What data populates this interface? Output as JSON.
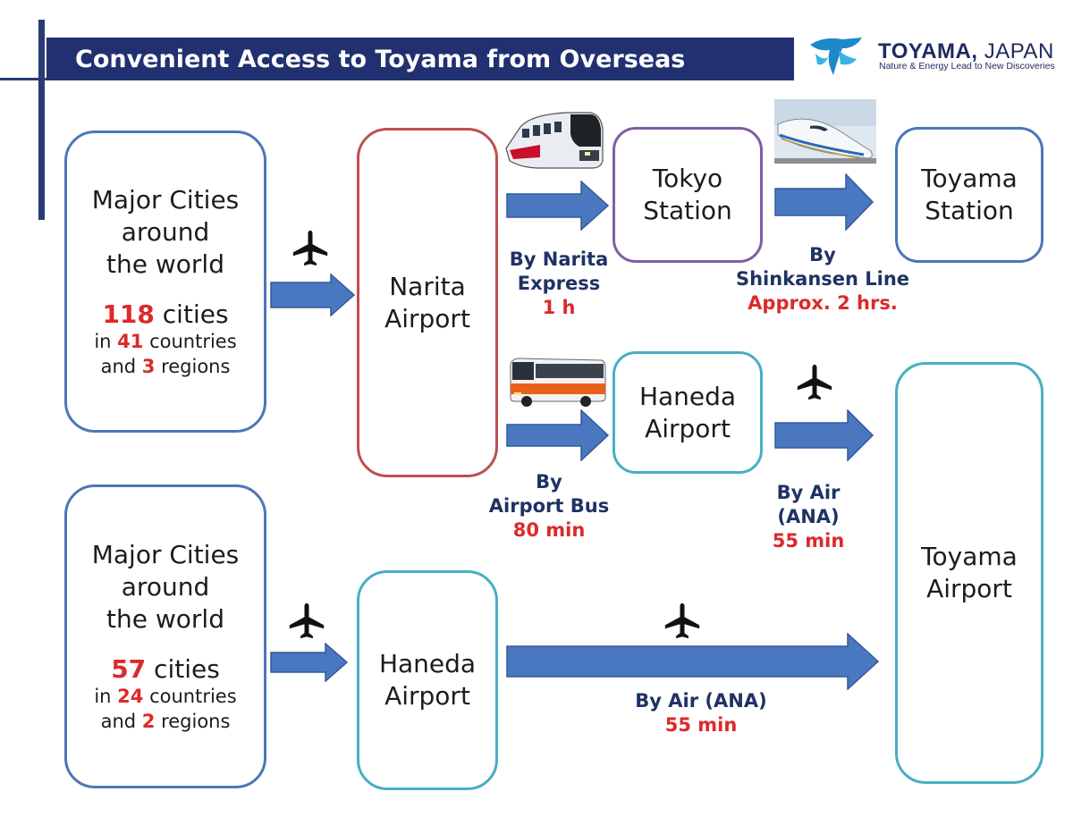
{
  "title": "Convenient Access to Toyama from Overseas",
  "logo": {
    "name_bold": "TOYAMA,",
    "name_rest": " JAPAN",
    "tagline": "Nature & Energy Lead to New Discoveries"
  },
  "colors": {
    "navy": "#213070",
    "box_blue": "#4b77b5",
    "box_red": "#bf4f4f",
    "box_purple": "#7d5ea4",
    "box_teal": "#47aec3",
    "arrow_blue": "#4a78c0",
    "highlight_red": "#dc2a2a"
  },
  "origins": [
    {
      "line1": "Major Cities",
      "line2": "around",
      "line3": "the world",
      "cities_num": "118",
      "cities_word": " cities",
      "countries_pre": "in ",
      "countries_num": "41",
      "countries_word": " countries",
      "regions_pre": "and ",
      "regions_num": "3",
      "regions_word": " regions"
    },
    {
      "line1": "Major Cities",
      "line2": "around",
      "line3": "the world",
      "cities_num": "57",
      "cities_word": " cities",
      "countries_pre": "in ",
      "countries_num": "24",
      "countries_word": " countries",
      "regions_pre": "and ",
      "regions_num": "2",
      "regions_word": " regions"
    }
  ],
  "nodes": {
    "narita": {
      "line1": "Narita",
      "line2": "Airport"
    },
    "tokyo": {
      "line1": "Tokyo",
      "line2": "Station"
    },
    "toyama_station": {
      "line1": "Toyama",
      "line2": "Station"
    },
    "haneda_top": {
      "line1": "Haneda",
      "line2": "Airport"
    },
    "haneda_bottom": {
      "line1": "Haneda",
      "line2": "Airport"
    },
    "toyama_airport": {
      "line1": "Toyama",
      "line2": "Airport"
    }
  },
  "routes": {
    "narita_express": {
      "line1": "By Narita",
      "line2": "Express",
      "time": "1 h"
    },
    "shinkansen": {
      "line1": "By",
      "line2": "Shinkansen Line",
      "time": "Approx.  2 hrs."
    },
    "airport_bus": {
      "line1": "By",
      "line2": "Airport Bus",
      "time": "80 min"
    },
    "air_ana_top": {
      "line1": "By Air",
      "line2": "(ANA)",
      "time": "55 min"
    },
    "air_ana_bottom": {
      "line1": "By Air (ANA)",
      "time": "55 min"
    }
  },
  "icons": [
    "airplane-icon",
    "train-icon",
    "shinkansen-icon",
    "bus-icon",
    "toyama-logo-icon"
  ]
}
